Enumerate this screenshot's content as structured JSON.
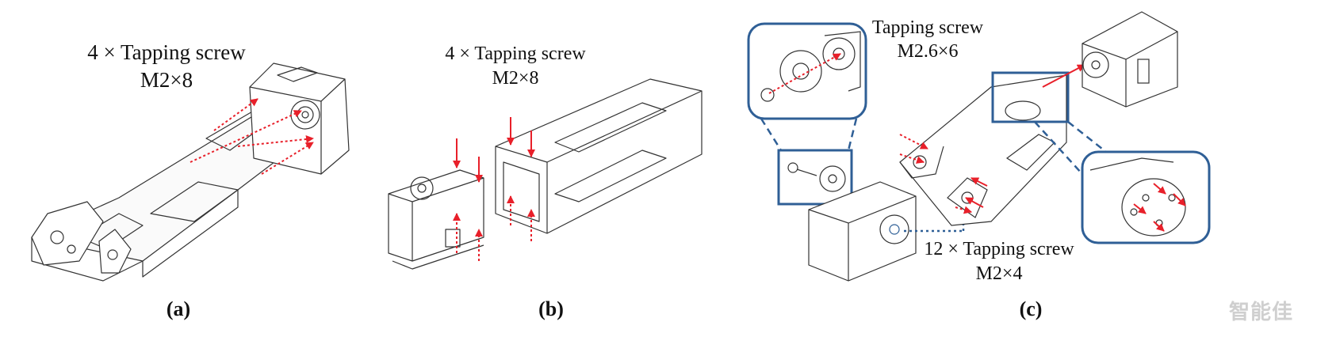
{
  "panels": [
    {
      "caption": "(a)",
      "screw_qty": "4 × Tapping screw",
      "screw_size": "M2×8"
    },
    {
      "caption": "(b)",
      "screw_qty": "4 × Tapping screw",
      "screw_size": "M2×8"
    },
    {
      "caption": "(c)",
      "screw_a_qty": "Tapping screw",
      "screw_a_size": "M2.6×6",
      "screw_b_qty": "12 × Tapping screw",
      "screw_b_size": "M2×4"
    }
  ],
  "watermark": "智能佳",
  "colors": {
    "line": "#333333",
    "arrow": "#e8202a",
    "callout": "#2f5f96",
    "bg": "#ffffff"
  }
}
